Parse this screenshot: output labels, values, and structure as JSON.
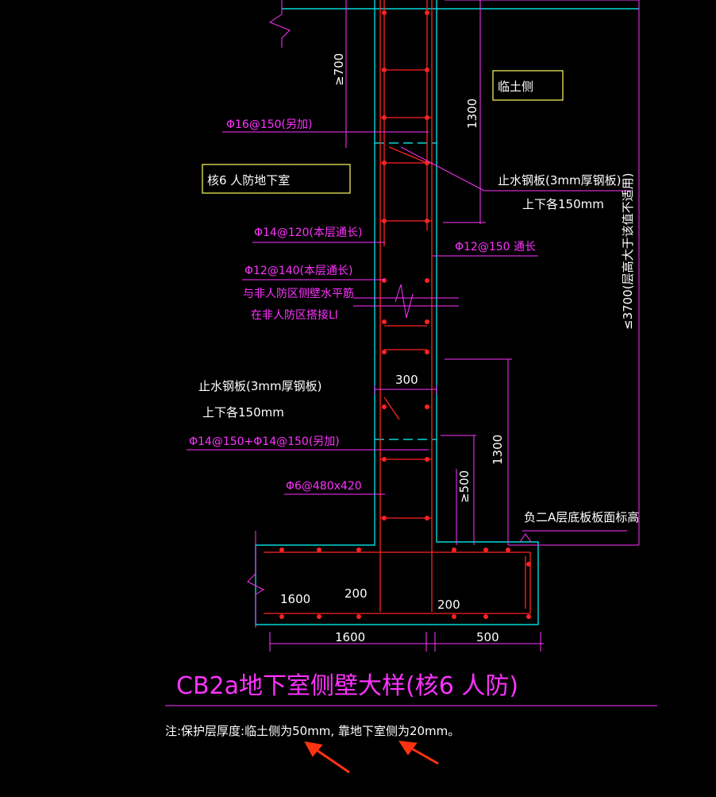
{
  "labels": {
    "soil_side": "临土侧",
    "basement": "核6 人防地下室",
    "rebar_16": "Φ16@150(另加)",
    "rebar_14_120": "Φ14@120(本层通长)",
    "rebar_12_140": "Φ12@140(本层通长)",
    "splice_1": "与非人防区侧壁水平筋",
    "splice_2": "在非人防区搭接Ll",
    "rebar_12_150": "Φ12@150 通长",
    "waterstop_top_1": "止水钢板(3mm厚钢板)",
    "waterstop_top_2": "上下各150mm",
    "waterstop_bot_1": "止水钢板(3mm厚钢板)",
    "waterstop_bot_2": "上下各150mm",
    "rebar_14_150": "Φ14@150+Φ14@150(另加)",
    "tie_6": "Φ6@480x420",
    "floor_level": "负二A层底板板面标高",
    "height_note": "≤3700(层高大于该值不适用)"
  },
  "dims": {
    "d700": "≥700",
    "d1300_top": "1300",
    "d300": "300",
    "d1300_bot": "1300",
    "d500v": "≥500",
    "d1600_in": "1600",
    "d200_left": "200",
    "d200_right": "200",
    "d1600_bottom": "1600",
    "d500_bottom": "500"
  },
  "title": "CB2a地下室侧壁大样(核6 人防)",
  "note": "注:保护层厚度:临土侧为50mm, 靠地下室侧为20mm。",
  "colors": {
    "concrete": "#00d8d8",
    "rebar": "#ff2222",
    "dimension": "#ff33ff",
    "label_box": "#ffff66",
    "arrow": "#ff3311"
  }
}
